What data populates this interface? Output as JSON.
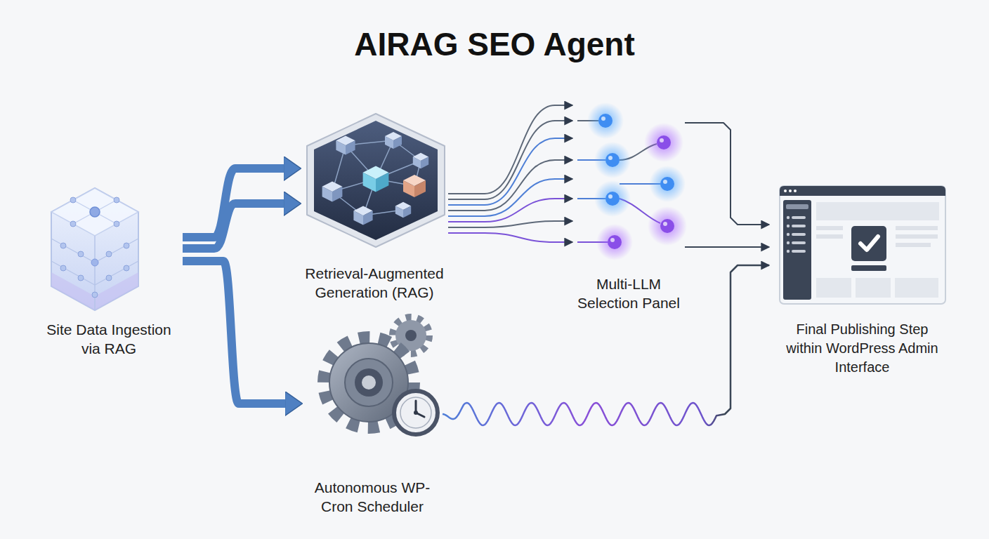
{
  "diagram": {
    "title": "AIRAG SEO Agent",
    "nodes": [
      {
        "text": [
          "Site Data Ingestion via RAG"
        ]
      },
      {
        "text": [
          "Retrieval-Augmented Generation (RAG)"
        ]
      },
      {
        "text": [
          "Multi-LLM Selection Panel"
        ]
      },
      {
        "text": [
          "Final Publishing Step within WordPress Admin Interface"
        ]
      },
      {
        "text": [
          "Autonomous WP-Cron Scheduler"
        ]
      }
    ],
    "edges": [
      {
        "from": 0,
        "to": 1,
        "arrow": "to"
      },
      {
        "from": 0,
        "to": 1,
        "arrow": "to"
      },
      {
        "from": 0,
        "to": 4,
        "arrow": "to"
      },
      {
        "from": 1,
        "to": 2,
        "arrow": "to"
      },
      {
        "from": 1,
        "to": 2,
        "arrow": "to"
      },
      {
        "from": 1,
        "to": 2,
        "arrow": "to"
      },
      {
        "from": 1,
        "to": 2,
        "arrow": "to"
      },
      {
        "from": 1,
        "to": 2,
        "arrow": "to"
      },
      {
        "from": 1,
        "to": 2,
        "arrow": "to"
      },
      {
        "from": 1,
        "to": 2,
        "arrow": "to"
      },
      {
        "from": 1,
        "to": 2,
        "arrow": "to"
      },
      {
        "from": 2,
        "to": 3,
        "arrow": "to"
      },
      {
        "from": 2,
        "to": 3,
        "arrow": "to"
      },
      {
        "from": 4,
        "to": 3,
        "arrow": "to"
      }
    ]
  }
}
